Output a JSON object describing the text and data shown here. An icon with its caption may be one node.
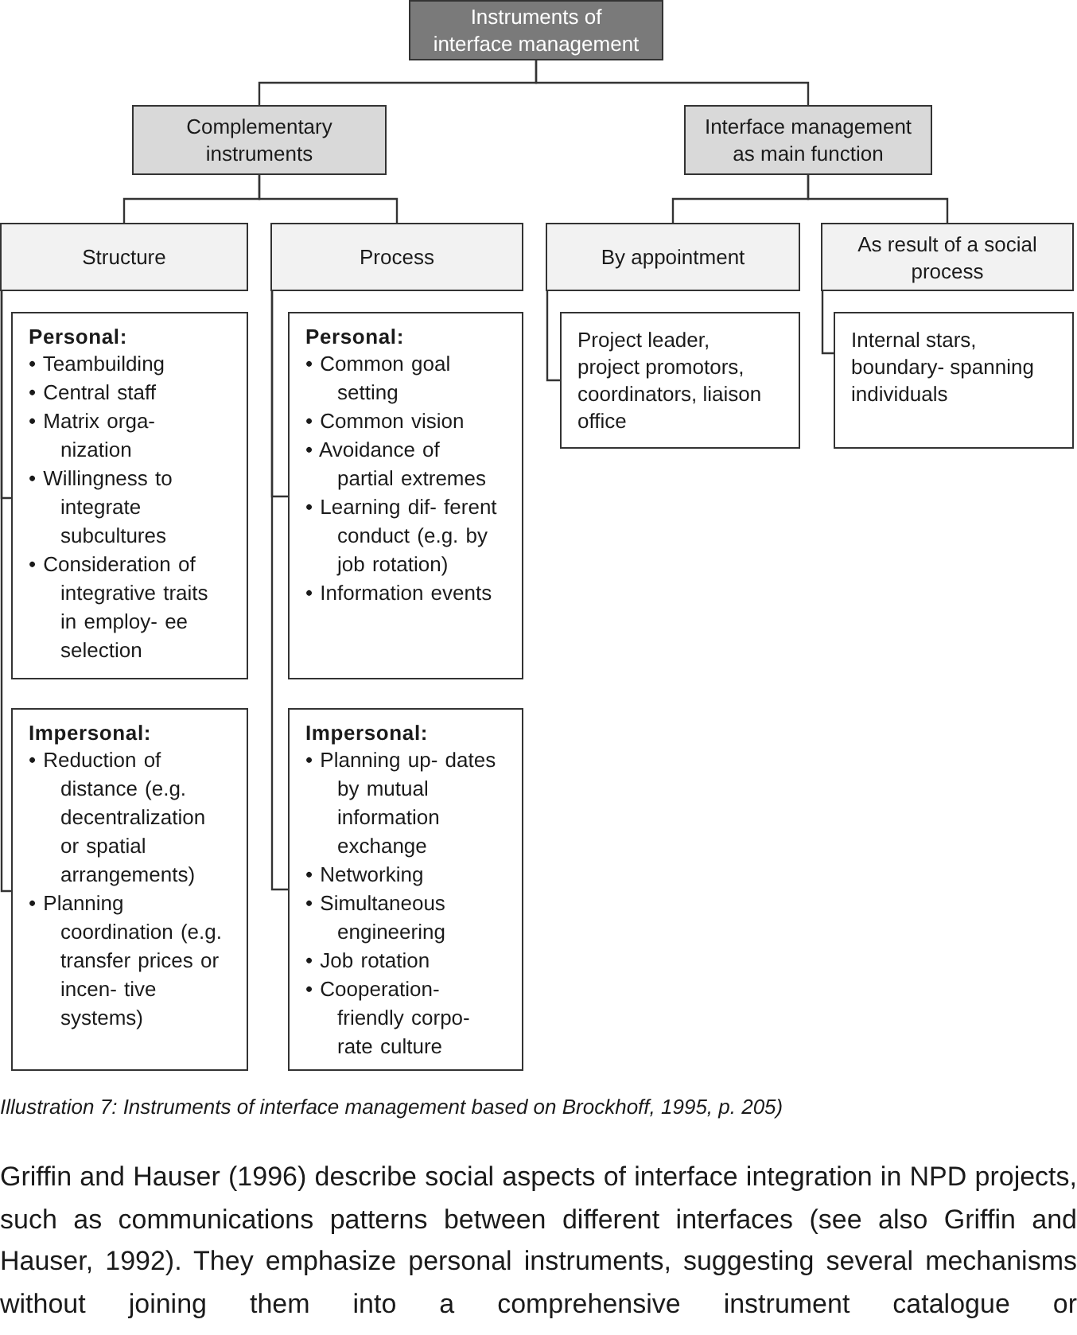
{
  "diagram": {
    "caption": "Illustration 7: Instruments of interface management based on Brockhoff, 1995, p. 205)",
    "nodes": [
      {
        "text": [
          "Instruments of interface management"
        ]
      },
      {
        "text": [
          "Complementary instruments"
        ]
      },
      {
        "text": [
          "Interface management as main function"
        ]
      },
      {
        "text": [
          "Structure"
        ]
      },
      {
        "text": [
          "Process"
        ]
      },
      {
        "text": [
          "By appointment"
        ]
      },
      {
        "text": [
          "As result of a social process"
        ]
      },
      {
        "text": [
          "Personal:",
          "• Teambuilding",
          "• Central staff",
          "• Matrix orga- nization",
          "• Willingness to integrate subcultures",
          "• Consideration of integrative traits in employ- ee selection"
        ]
      },
      {
        "text": [
          "Impersonal:",
          "• Reduction of distance (e.g. decentralization or spatial arrangements)",
          "• Planning coordination (e.g. transfer prices or incen- tive systems)"
        ]
      },
      {
        "text": [
          "Personal:",
          "• Common goal setting",
          "• Common vision",
          "• Avoidance of partial extremes",
          "• Learning dif- ferent conduct (e.g. by job rotation)",
          "• Information events"
        ]
      },
      {
        "text": [
          "Impersonal:",
          "• Planning up- dates by mutual information exchange",
          "• Networking",
          "• Simultaneous engineering",
          "• Job rotation",
          "• Cooperation- friendly corpo- rate culture"
        ]
      },
      {
        "text": [
          "Project leader, project promotors, coordinators, liaison office"
        ]
      },
      {
        "text": [
          "Internal stars, boundary- spanning individuals"
        ]
      }
    ],
    "edges": [
      {
        "from": 0,
        "to": 1,
        "arrow": "none"
      },
      {
        "from": 0,
        "to": 2,
        "arrow": "none"
      },
      {
        "from": 1,
        "to": 3,
        "arrow": "none"
      },
      {
        "from": 1,
        "to": 4,
        "arrow": "none"
      },
      {
        "from": 2,
        "to": 5,
        "arrow": "none"
      },
      {
        "from": 2,
        "to": 6,
        "arrow": "none"
      },
      {
        "from": 3,
        "to": 7,
        "arrow": "none"
      },
      {
        "from": 3,
        "to": 8,
        "arrow": "none"
      },
      {
        "from": 4,
        "to": 9,
        "arrow": "none"
      },
      {
        "from": 4,
        "to": 10,
        "arrow": "none"
      },
      {
        "from": 5,
        "to": 11,
        "arrow": "none"
      },
      {
        "from": 6,
        "to": 12,
        "arrow": "none"
      }
    ],
    "labels": [
      "Griffin and Hauser (1996) describe social aspects of interface integration in NPD projects, such as communications patterns between different interfaces (see also Griffin and Hauser, 1992). They emphasize personal instruments, suggesting several mechanisms without joining them into a comprehensive instrument catalogue or"
    ]
  }
}
